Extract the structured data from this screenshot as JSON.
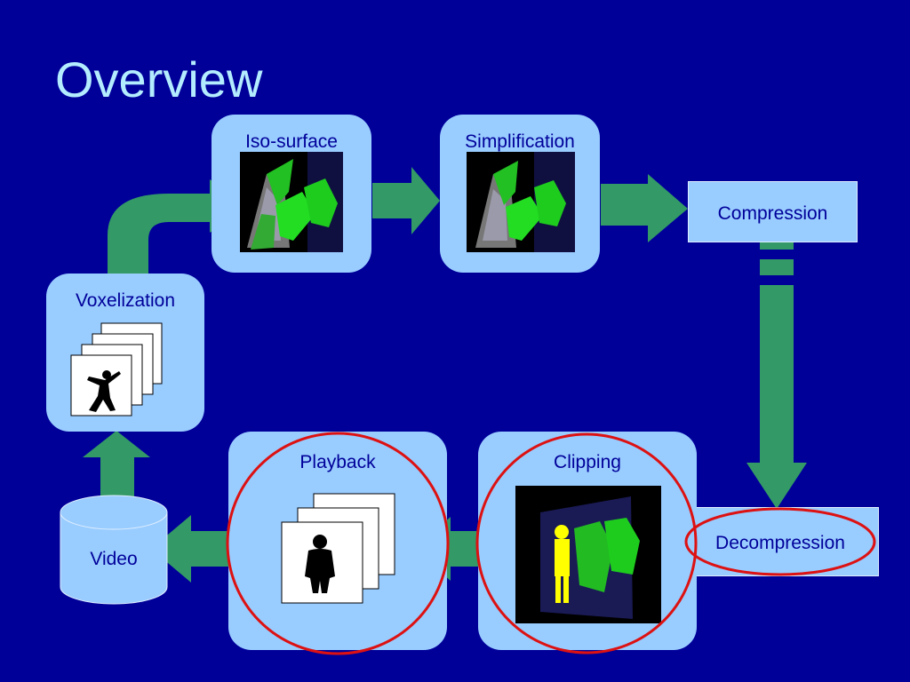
{
  "slide": {
    "title": "Overview"
  },
  "nodes": {
    "iso_surface": "Iso-surface",
    "simplification": "Simplification",
    "compression": "Compression",
    "decompression": "Decompression",
    "clipping": "Clipping",
    "playback": "Playback",
    "voxelization": "Voxelization",
    "video": "Video"
  },
  "colors": {
    "background": "#000099",
    "title": "#b4ecff",
    "box_fill": "#99ccff",
    "box_text": "#000099",
    "arrow": "#339966",
    "highlight_ring": "#dd1111"
  },
  "highlighted": [
    "decompression",
    "clipping",
    "playback"
  ]
}
